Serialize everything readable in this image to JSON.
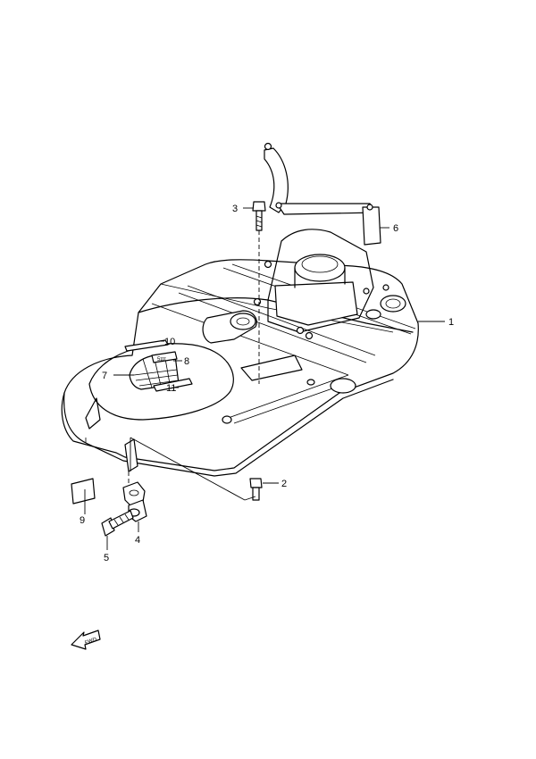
{
  "callouts": {
    "c1": "1",
    "c2": "2",
    "c3": "3",
    "c4": "4",
    "c5": "5",
    "c6": "6",
    "c7": "7",
    "c8": "8",
    "c9": "9",
    "c10": "10",
    "c11": "11"
  },
  "fwd_label": "FWD"
}
